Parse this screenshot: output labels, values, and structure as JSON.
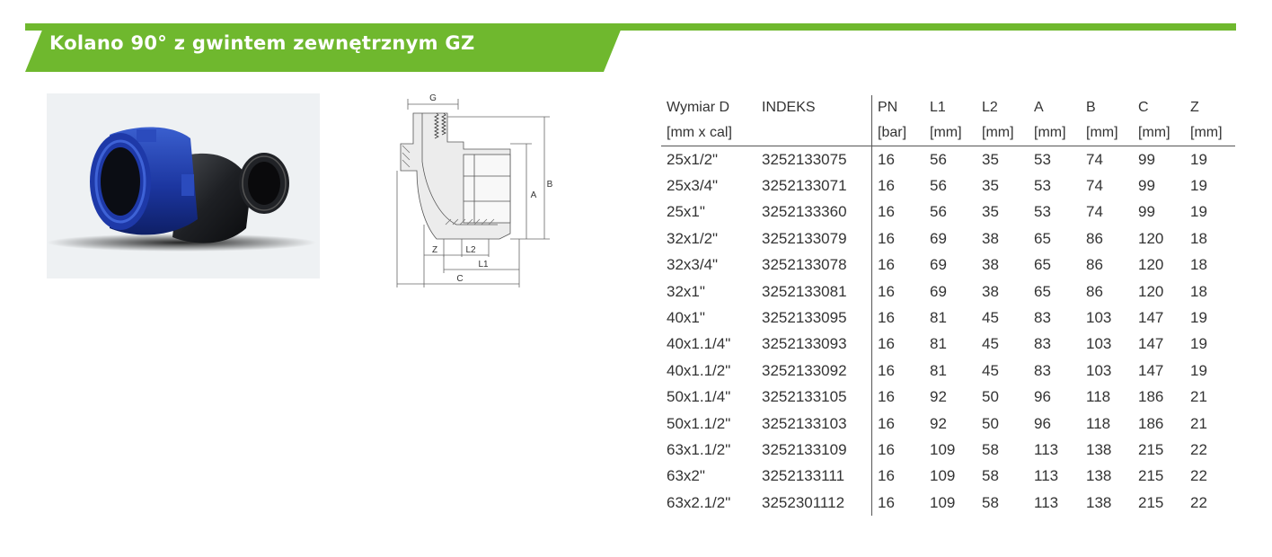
{
  "header": {
    "title": "Kolano 90° z gwintem zewnętrznym GZ",
    "accent_color": "#6fb82e"
  },
  "drawing": {
    "labels": {
      "g": "G",
      "a": "A",
      "b": "B",
      "z": "Z",
      "l2": "L2",
      "l1": "L1",
      "c": "C"
    }
  },
  "table": {
    "headers": [
      {
        "label": "Wymiar D",
        "unit": "[mm x cal]"
      },
      {
        "label": "INDEKS",
        "unit": ""
      },
      {
        "label": "PN",
        "unit": "[bar]"
      },
      {
        "label": "L1",
        "unit": "[mm]"
      },
      {
        "label": "L2",
        "unit": "[mm]"
      },
      {
        "label": "A",
        "unit": "[mm]"
      },
      {
        "label": "B",
        "unit": "[mm]"
      },
      {
        "label": "C",
        "unit": "[mm]"
      },
      {
        "label": "Z",
        "unit": "[mm]"
      }
    ],
    "rows": [
      [
        "25x1/2\"",
        "3252133075",
        "16",
        "56",
        "35",
        "53",
        "74",
        "99",
        "19"
      ],
      [
        "25x3/4\"",
        "3252133071",
        "16",
        "56",
        "35",
        "53",
        "74",
        "99",
        "19"
      ],
      [
        "25x1\"",
        "3252133360",
        "16",
        "56",
        "35",
        "53",
        "74",
        "99",
        "19"
      ],
      [
        "32x1/2\"",
        "3252133079",
        "16",
        "69",
        "38",
        "65",
        "86",
        "120",
        "18"
      ],
      [
        "32x3/4\"",
        "3252133078",
        "16",
        "69",
        "38",
        "65",
        "86",
        "120",
        "18"
      ],
      [
        "32x1\"",
        "3252133081",
        "16",
        "69",
        "38",
        "65",
        "86",
        "120",
        "18"
      ],
      [
        "40x1\"",
        "3252133095",
        "16",
        "81",
        "45",
        "83",
        "103",
        "147",
        "19"
      ],
      [
        "40x1.1/4\"",
        "3252133093",
        "16",
        "81",
        "45",
        "83",
        "103",
        "147",
        "19"
      ],
      [
        "40x1.1/2\"",
        "3252133092",
        "16",
        "81",
        "45",
        "83",
        "103",
        "147",
        "19"
      ],
      [
        "50x1.1/4\"",
        "3252133105",
        "16",
        "92",
        "50",
        "96",
        "118",
        "186",
        "21"
      ],
      [
        "50x1.1/2\"",
        "3252133103",
        "16",
        "92",
        "50",
        "96",
        "118",
        "186",
        "21"
      ],
      [
        "63x1.1/2\"",
        "3252133109",
        "16",
        "109",
        "58",
        "113",
        "138",
        "215",
        "22"
      ],
      [
        "63x2\"",
        "3252133111",
        "16",
        "109",
        "58",
        "113",
        "138",
        "215",
        "22"
      ],
      [
        "63x2.1/2\"",
        "3252301112",
        "16",
        "109",
        "58",
        "113",
        "138",
        "215",
        "22"
      ]
    ]
  }
}
